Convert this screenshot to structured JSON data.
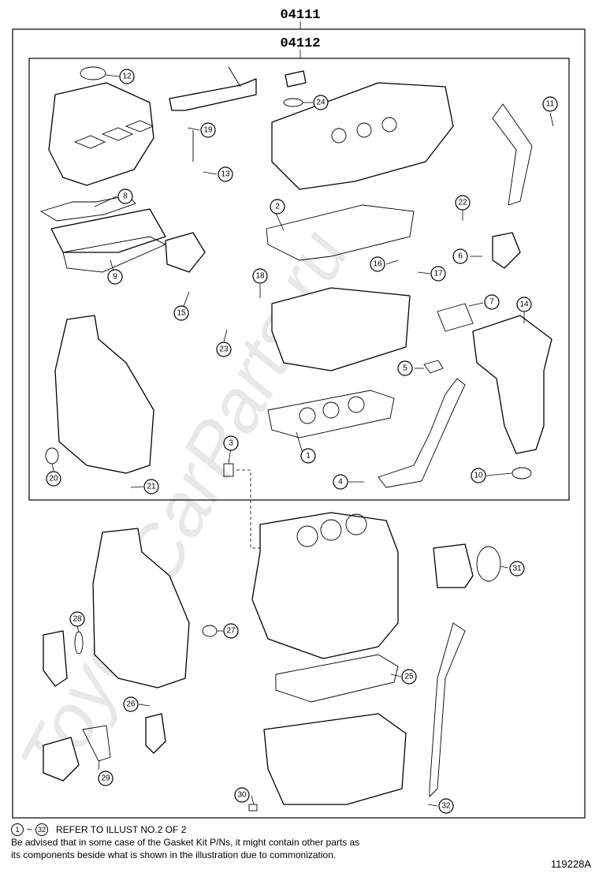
{
  "kits": {
    "outer_code": "04111",
    "inner_code": "04112"
  },
  "watermark": "ToyotaCarParts.ru",
  "callouts": [
    "1",
    "2",
    "3",
    "4",
    "5",
    "6",
    "7",
    "8",
    "9",
    "10",
    "11",
    "12",
    "13",
    "14",
    "15",
    "16",
    "17",
    "18",
    "19",
    "20",
    "21",
    "22",
    "23",
    "24",
    "25",
    "26",
    "27",
    "28",
    "29",
    "30",
    "31",
    "32"
  ],
  "footer": {
    "range_start": "1",
    "range_sep": "~",
    "range_end": "32",
    "refer_text": "REFER TO ILLUST NO.2 OF 2",
    "note_line1": "Be advised that in some case of the Gasket Kit P/Ns,  it might contain other parts as",
    "note_line2": "its components beside what is shown in the illustration due to commonization."
  },
  "illustration_id": "119228A"
}
